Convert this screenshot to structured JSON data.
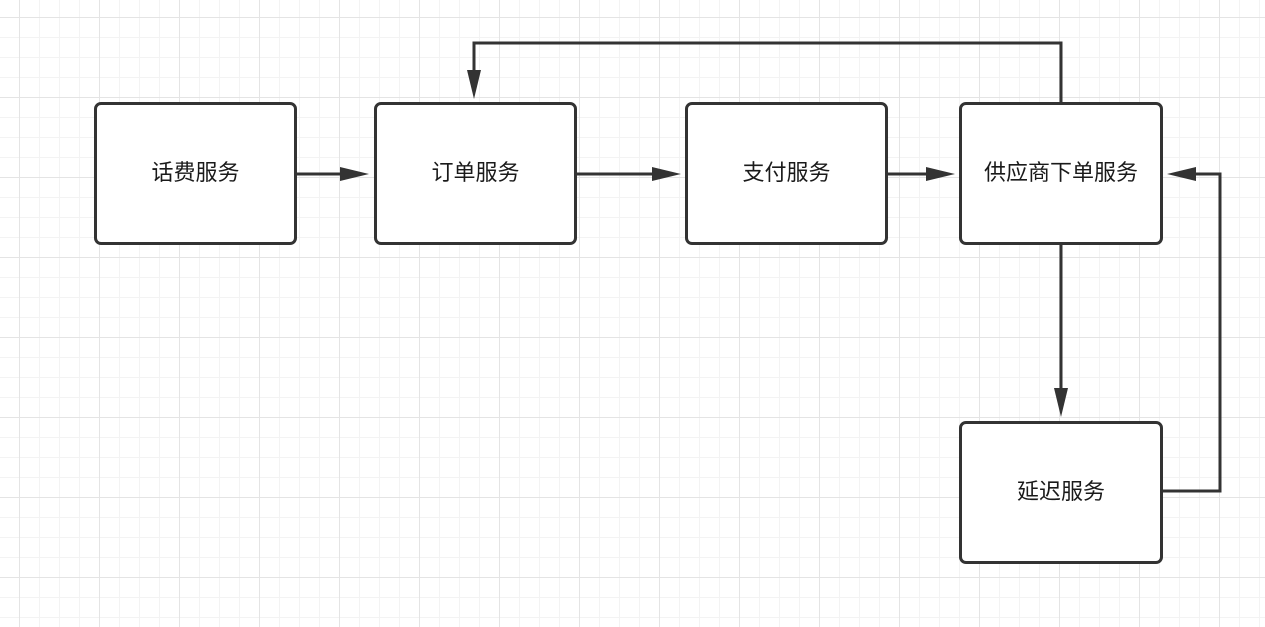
{
  "nodes": {
    "huafei": "话费服务",
    "dingdan": "订单服务",
    "zhifu": "支付服务",
    "gongying": "供应商下单服务",
    "yanchi": "延迟服务"
  },
  "edges": [
    {
      "from": "话费服务",
      "to": "订单服务"
    },
    {
      "from": "订单服务",
      "to": "支付服务"
    },
    {
      "from": "支付服务",
      "to": "供应商下单服务"
    },
    {
      "from": "供应商下单服务",
      "to": "订单服务"
    },
    {
      "from": "供应商下单服务",
      "to": "延迟服务"
    },
    {
      "from": "延迟服务",
      "to": "供应商下单服务"
    }
  ],
  "colors": {
    "stroke": "#333333",
    "text": "#1a1a1a",
    "grid": "#e4e4e4"
  }
}
